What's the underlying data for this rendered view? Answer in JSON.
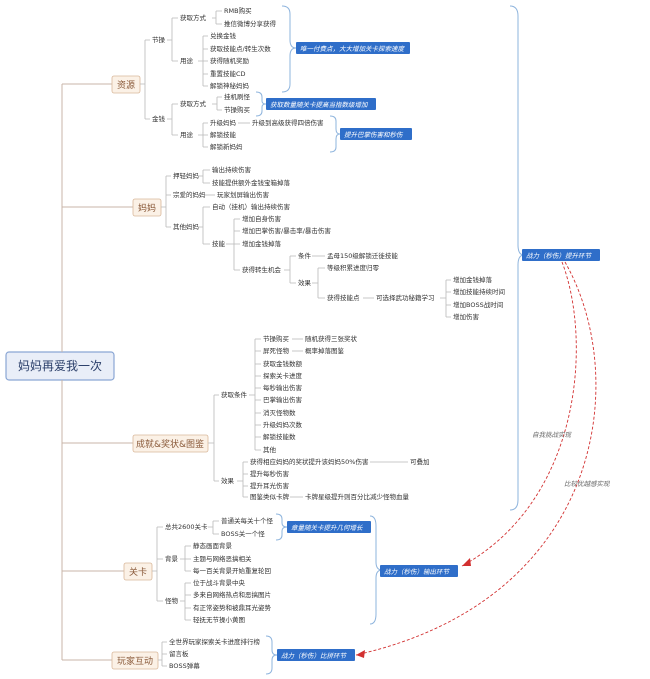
{
  "root": "妈妈再爱我一次",
  "resources": {
    "label": "资源",
    "ticket": "节操",
    "gold": "金钱",
    "acquire": "获取方式",
    "use": "用途",
    "ticket_acquire": [
      "RMB购买",
      "推信微博分享获得"
    ],
    "ticket_use": [
      "兑换金钱",
      "获取技能点/转生次数",
      "获得随机奖励",
      "重置技能CD",
      "解锁神秘妈妈"
    ],
    "gold_acquire": [
      "挂机刷怪",
      "节操购买"
    ],
    "gold_use": [
      "升级妈妈",
      "解锁技能",
      "解锁新妈妈"
    ],
    "gold_use_note": "升级到高级获得四倍伤害"
  },
  "mama": {
    "label": "妈妈",
    "pressure": "押轻妈妈",
    "pressure_items": [
      "输出持续伤害",
      "技能提供额外金钱宝箱掉落"
    ],
    "secret": "宗爱的妈妈",
    "secret_items": [
      "玩家划屏输出伤害"
    ],
    "other": "其他妈妈",
    "other_items": [
      "自动（挂机）输出持续伤害"
    ],
    "skill": "技能",
    "skill_items": [
      "增加自身伤害",
      "增加巴掌伤害/暴击率/暴击伤害",
      "增加金钱掉落"
    ],
    "rebirth": "获得转生机会",
    "condition": "条件",
    "condition_text": "孟母150级解锁迁徙技能",
    "effect": "效果",
    "effect_item": "等级积累进度归零",
    "skill_point": "获得技能点",
    "skill_point_note": "可选择武功秘籍学习",
    "skill_point_items": [
      "增加金钱掉落",
      "增加技能持续时间",
      "增加BOSS战时间",
      "增加伤害"
    ]
  },
  "achieve": {
    "label": "成就&奖状&图鉴",
    "cond": "获取条件",
    "buy": "节操购买",
    "buy_note": "随机获得三张奖状",
    "kill": "屏死怪物",
    "kill_note": "概率掉落图鉴",
    "cond_items": [
      "获取金钱数额",
      "探索关卡进度",
      "每秒输出伤害",
      "巴掌输出伤害",
      "消灭怪物数",
      "升级妈妈次数",
      "解锁技能数",
      "其他"
    ],
    "effect": "效果",
    "effect_items": [
      "获得相应妈妈的奖状提升该妈妈50%伤害",
      "提升每秒伤害",
      "提升耳光伤害",
      "图鉴类似卡牌"
    ],
    "stack": "可叠加",
    "cardnote": "卡牌星级提升则百分比减少怪物血量"
  },
  "levels": {
    "label": "关卡",
    "total": "总共2600关卡",
    "total_items": [
      "普通关每关十个怪",
      "BOSS关一个怪"
    ],
    "bg": "背景",
    "bg_items": [
      "静态画面背景",
      "主题与网络恶搞相关",
      "每一百关背景开始重复轮回"
    ],
    "mob": "怪物",
    "mob_items": [
      "位于战斗背景中央",
      "多来自网络热点和恶搞图片",
      "有正常姿势和被鼎耳光姿势",
      "轻抚无节操小黄图"
    ]
  },
  "interact": {
    "label": "玩家互动",
    "items": [
      "全世界玩家探索关卡进度排行榜",
      "留言板",
      "BOSS弹幕"
    ]
  },
  "callouts": {
    "ticket": "唯一付费点，大大增加关卡探索速度",
    "gold": "获取数量随关卡提高当指数级增加",
    "upgrade": "提升巴掌伤害和秒伤",
    "combat": "战力（秒伤）提升环节",
    "level": "章量随关卡提升几何增长",
    "output": "战力（秒伤）输出环节",
    "compare": "战力（秒伤）比拼环节"
  },
  "arrows": {
    "self": "自我挑战实现",
    "compare": "比较优越感实现"
  },
  "colors": {
    "accent": "#2f6ec9",
    "link": "#c8b6a8",
    "arrow": "#d23030"
  }
}
